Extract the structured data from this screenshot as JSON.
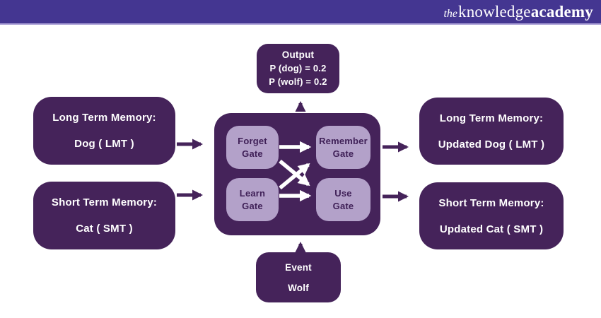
{
  "header": {
    "logo_the": "the",
    "logo_knowledge": "knowledge",
    "logo_academy": "academy"
  },
  "diagram": {
    "ltm_in": {
      "line1": "Long Term Memory:",
      "line2": "Dog ( LMT )"
    },
    "stm_in": {
      "line1": "Short Term Memory:",
      "line2": "Cat ( SMT )"
    },
    "ltm_out": {
      "line1": "Long Term Memory:",
      "line2": "Updated Dog ( LMT )"
    },
    "stm_out": {
      "line1": "Short Term Memory:",
      "line2": "Updated Cat ( SMT )"
    },
    "output_box": {
      "title": "Output",
      "prob1": "P (dog)  = 0.2",
      "prob2": "P (wolf)  = 0.2"
    },
    "event_box": {
      "title": "Event",
      "value": "Wolf"
    },
    "gates": {
      "forget": {
        "line1": "Forget",
        "line2": "Gate"
      },
      "remember": {
        "line1": "Remember",
        "line2": "Gate"
      },
      "learn": {
        "line1": "Learn",
        "line2": "Gate"
      },
      "use": {
        "line1": "Use",
        "line2": "Gate"
      }
    }
  },
  "colors": {
    "header_bg": "#443691",
    "header_border": "#a69bd4",
    "box_purple": "#45235a",
    "gate_mauve": "#b3a1c9",
    "gate_text": "#3f2057",
    "text_white": "#ffffff"
  }
}
